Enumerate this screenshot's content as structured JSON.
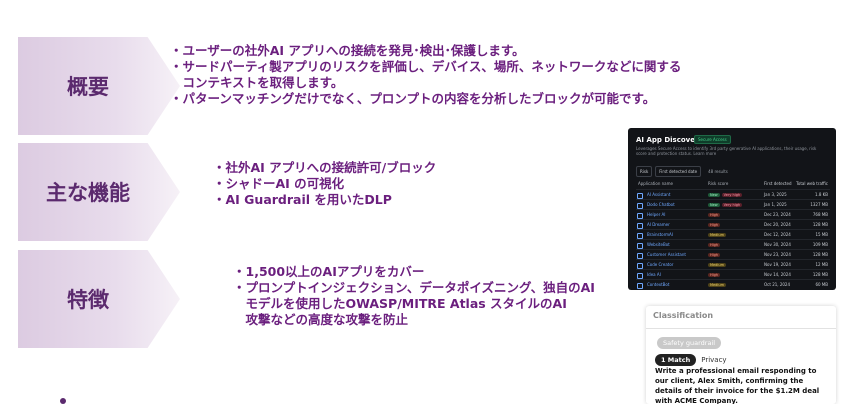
{
  "sections": [
    {
      "label": "概要",
      "bullets": [
        "・ユーザーの社外AI アプリへの接続を発見･検出･保護します。",
        "・サードパーティ製アプリのリスクを評価し、デバイス、場所、ネットワークなどに関する",
        "　コンテキストを取得します。",
        "・パターンマッチングだけでなく、プロンプトの内容を分析したブロックが可能です。"
      ]
    },
    {
      "label": "主な機能",
      "bullets": [
        "・社外AI アプリへの接続許可/ブロック",
        "・シャドーAI の可視化",
        "・AI Guardrail を用いたDLP"
      ]
    },
    {
      "label": "特徴",
      "bullets": [
        "・1,500以上のAIアプリをカバー",
        "・プロンプトインジェクション、データポイズニング、独自のAI",
        "　モデルを使用したOWASP/MITRE Atlas スタイルのAI",
        "　攻撃などの高度な攻撃を防止"
      ]
    }
  ],
  "discovery": {
    "title": "AI App Discovery",
    "tag": "Secure Access",
    "subtitle": "Leverages Secure Access to identify 3rd party generative AI applications, their usage, risk score and protection status. Learn more",
    "filter1": "Risk",
    "filter2": "First detected date",
    "results": "48 results",
    "headers": [
      "Application name",
      "Risk score",
      "First detected",
      "Total web traffic"
    ],
    "rows": [
      {
        "name": "AI Assistant",
        "badges": [
          "New",
          "Very high"
        ],
        "date": "Jan 3, 2025",
        "traffic": "1.8 KB"
      },
      {
        "name": "Dodo Chatbot",
        "badges": [
          "New",
          "Very high"
        ],
        "date": "Jan 1, 2025",
        "traffic": "1327 MB"
      },
      {
        "name": "Helper AI",
        "badges": [
          "High"
        ],
        "date": "Dec 23, 2024",
        "traffic": "768 MB"
      },
      {
        "name": "AI Dreamer",
        "badges": [
          "High"
        ],
        "date": "Dec 20, 2024",
        "traffic": "128 MB"
      },
      {
        "name": "BrainstormAI",
        "badges": [
          "Medium"
        ],
        "date": "Dec 12, 2024",
        "traffic": "15 MB"
      },
      {
        "name": "WebsiteBot",
        "badges": [
          "High"
        ],
        "date": "Nov 30, 2024",
        "traffic": "109 MB"
      },
      {
        "name": "Customer Assistant",
        "badges": [
          "High"
        ],
        "date": "Nov 23, 2024",
        "traffic": "128 MB"
      },
      {
        "name": "Code Creator",
        "badges": [
          "Medium"
        ],
        "date": "Nov 19, 2024",
        "traffic": "12 MB"
      },
      {
        "name": "Idea AI",
        "badges": [
          "High"
        ],
        "date": "Nov 14, 2024",
        "traffic": "128 MB"
      },
      {
        "name": "ContextBot",
        "badges": [
          "Medium"
        ],
        "date": "Oct 21, 2024",
        "traffic": "60 MB"
      }
    ]
  },
  "classification": {
    "header": "Classification",
    "tag": "Safety guardrail",
    "match": "1 Match",
    "category": "Privacy",
    "text": "Write a professional email responding to our client, Alex Smith, confirming the details of their invoice for the $1.2M deal with ACME Company."
  }
}
